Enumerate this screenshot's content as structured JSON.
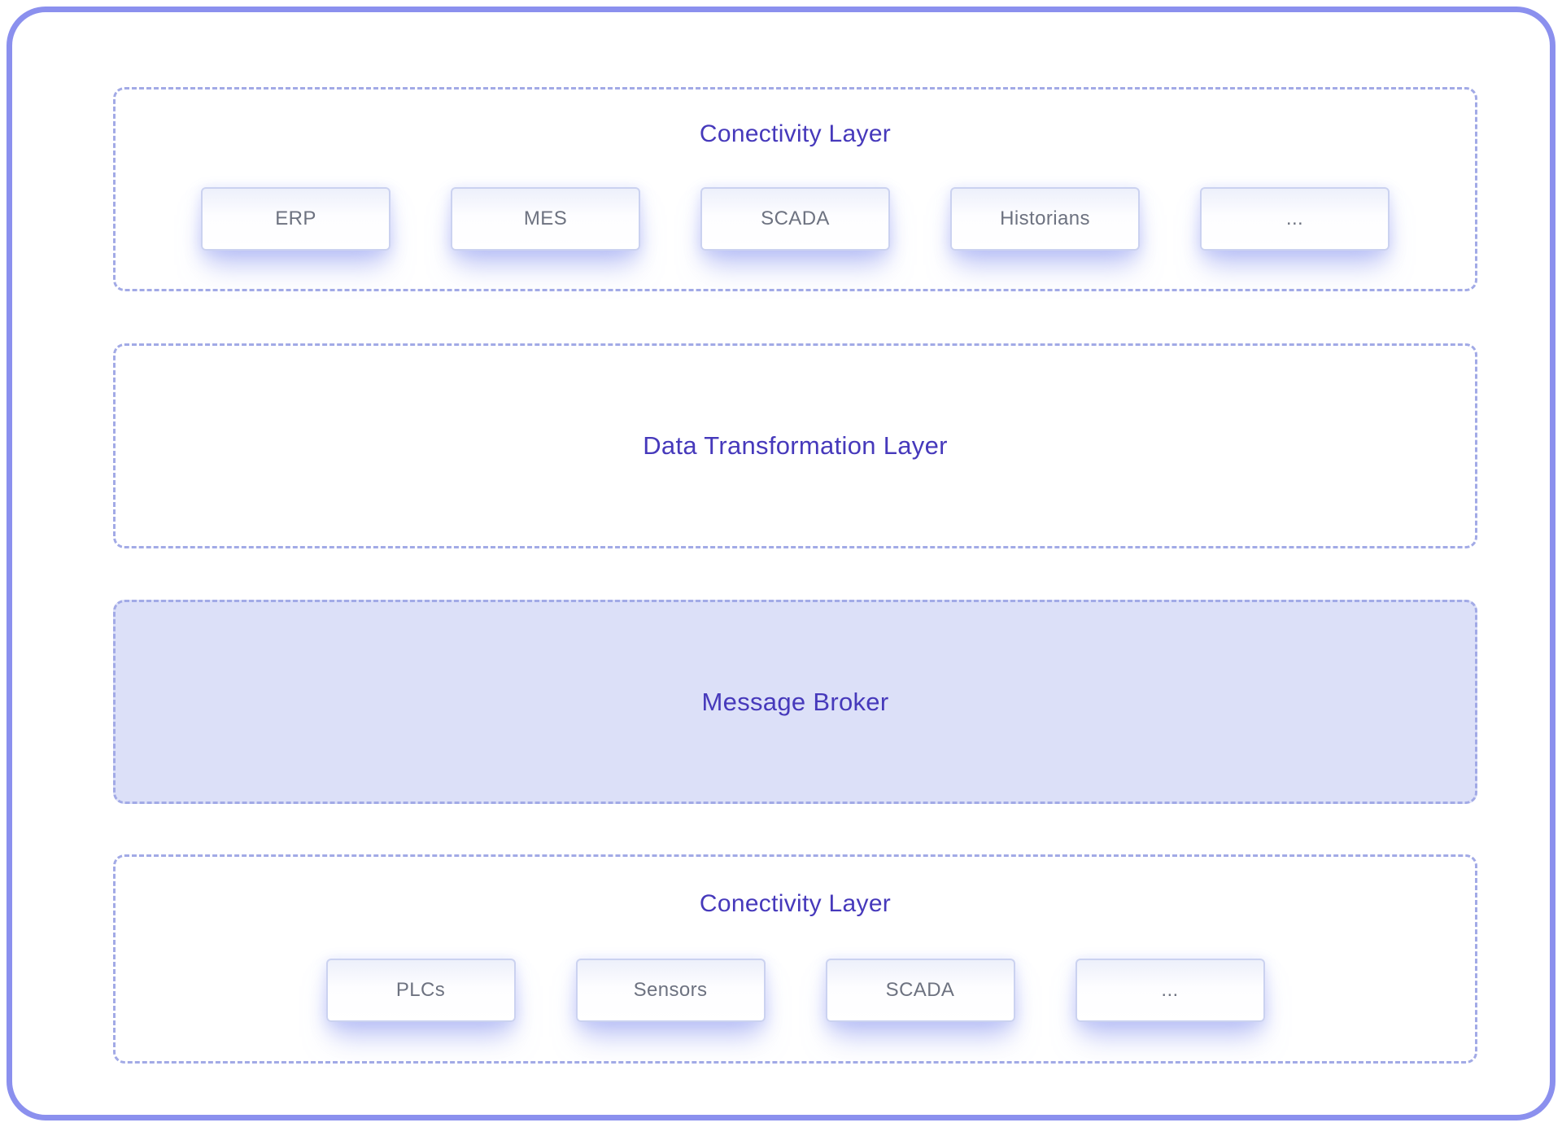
{
  "sections": [
    {
      "id": "connectivity-top",
      "title": "Conectivity Layer",
      "items": [
        "ERP",
        "MES",
        "SCADA",
        "Historians",
        "..."
      ]
    },
    {
      "id": "data-transformation",
      "title": "Data Transformation Layer"
    },
    {
      "id": "message-broker",
      "title": "Message Broker"
    },
    {
      "id": "connectivity-bottom",
      "title": "Conectivity Layer",
      "items": [
        "PLCs",
        "Sensors",
        "SCADA",
        "..."
      ]
    }
  ],
  "colors": {
    "accent_text": "#4639bb",
    "dashed_border": "#a2aae6",
    "outer_frame_border": "#8b90ee",
    "broker_fill": "#dce0f8",
    "node_border": "#cbd2f0",
    "node_text": "#6d7280"
  }
}
